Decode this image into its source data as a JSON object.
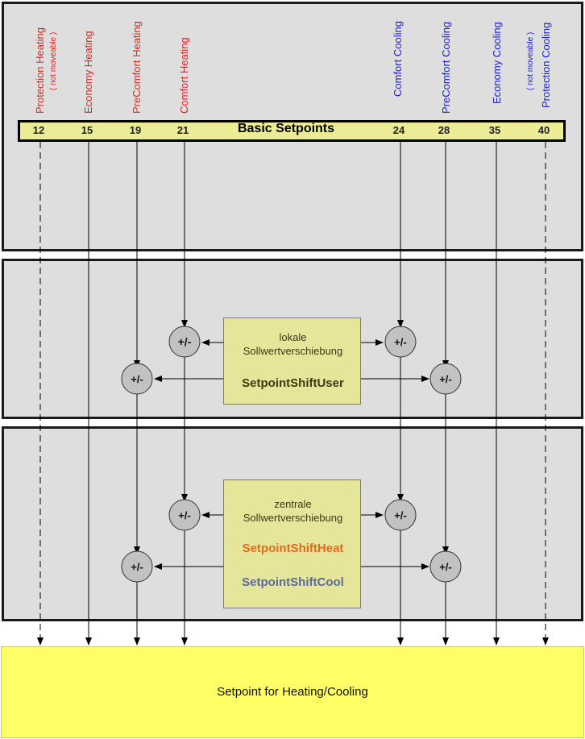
{
  "setpoints": [
    {
      "label": "Protection Heating",
      "sublabel": "( not moveable )",
      "value": "12",
      "kind": "heat"
    },
    {
      "label": "Economy Heating",
      "sublabel": "",
      "value": "15",
      "kind": "heat"
    },
    {
      "label": "PreComfort Heating",
      "sublabel": "",
      "value": "19",
      "kind": "heat"
    },
    {
      "label": "Comfort Heating",
      "sublabel": "",
      "value": "21",
      "kind": "heat"
    },
    {
      "label": "Comfort Cooling",
      "sublabel": "",
      "value": "24",
      "kind": "cool"
    },
    {
      "label": "PreComfort Cooling",
      "sublabel": "",
      "value": "28",
      "kind": "cool"
    },
    {
      "label": "Economy Cooling",
      "sublabel": "",
      "value": "35",
      "kind": "cool"
    },
    {
      "label": "Protection Cooling",
      "sublabel": "( not moveable )",
      "value": "40",
      "kind": "cool"
    }
  ],
  "basic_setpoints_label": "Basic Setpoints",
  "local_shift": {
    "line1": "lokale",
    "line2": "Sollwertverschiebung",
    "name": "SetpointShiftUser"
  },
  "central_shift": {
    "line1": "zentrale",
    "line2": "Sollwertverschiebung",
    "heat_name": "SetpointShiftHeat",
    "cool_name": "SetpointShiftCool"
  },
  "adjust_symbol": "+/-",
  "output_label": "Setpoint for Heating/Cooling",
  "colors": {
    "heat_label": "#e52121",
    "cool_label": "#1c1cdc",
    "heat_shift": "#e26a1e",
    "cool_shift": "#5b6a9a",
    "user_shift": "#3b3b12",
    "output_fill": "#ffff66",
    "panel_fill": "#dedede"
  }
}
